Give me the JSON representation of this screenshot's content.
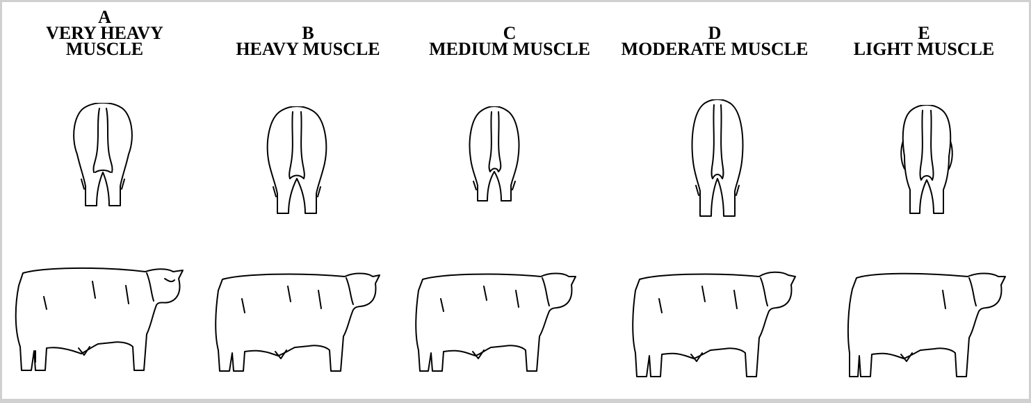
{
  "grades": [
    {
      "letter": "A",
      "label_line1": "VERY HEAVY",
      "label_line2": "MUSCLE"
    },
    {
      "letter": "B",
      "label_line1": "HEAVY MUSCLE",
      "label_line2": ""
    },
    {
      "letter": "C",
      "label_line1": "MEDIUM MUSCLE",
      "label_line2": ""
    },
    {
      "letter": "D",
      "label_line1": "MODERATE MUSCLE",
      "label_line2": ""
    },
    {
      "letter": "E",
      "label_line1": "LIGHT MUSCLE",
      "label_line2": ""
    }
  ],
  "figures": {
    "rear_view": "steer-rear-view-icon",
    "side_view": "steer-side-view-icon"
  },
  "colors": {
    "line": "#000000",
    "border": "#d0d0d0",
    "background": "#ffffff"
  }
}
